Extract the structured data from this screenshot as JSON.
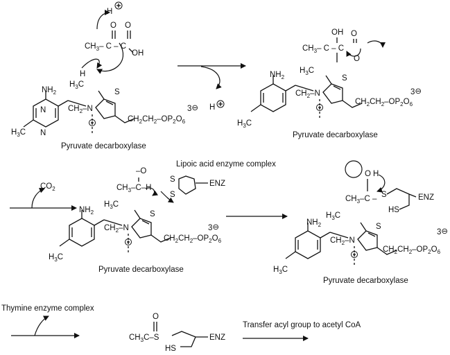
{
  "diagram": {
    "labels": {
      "enzyme_caption": "Pyruvate decarboxylase",
      "lipoic_complex": "Lipoic acid enzyme complex",
      "thymine_complex": "Thymine enzyme complex",
      "transfer_step": "Transfer acyl group to acetyl CoA",
      "proton": "H",
      "co2": "CO2",
      "enz": "ENZ",
      "nh2": "NH2",
      "h3c": "H3C",
      "ch3": "CH3",
      "charge_3minus": "3−"
    }
  }
}
